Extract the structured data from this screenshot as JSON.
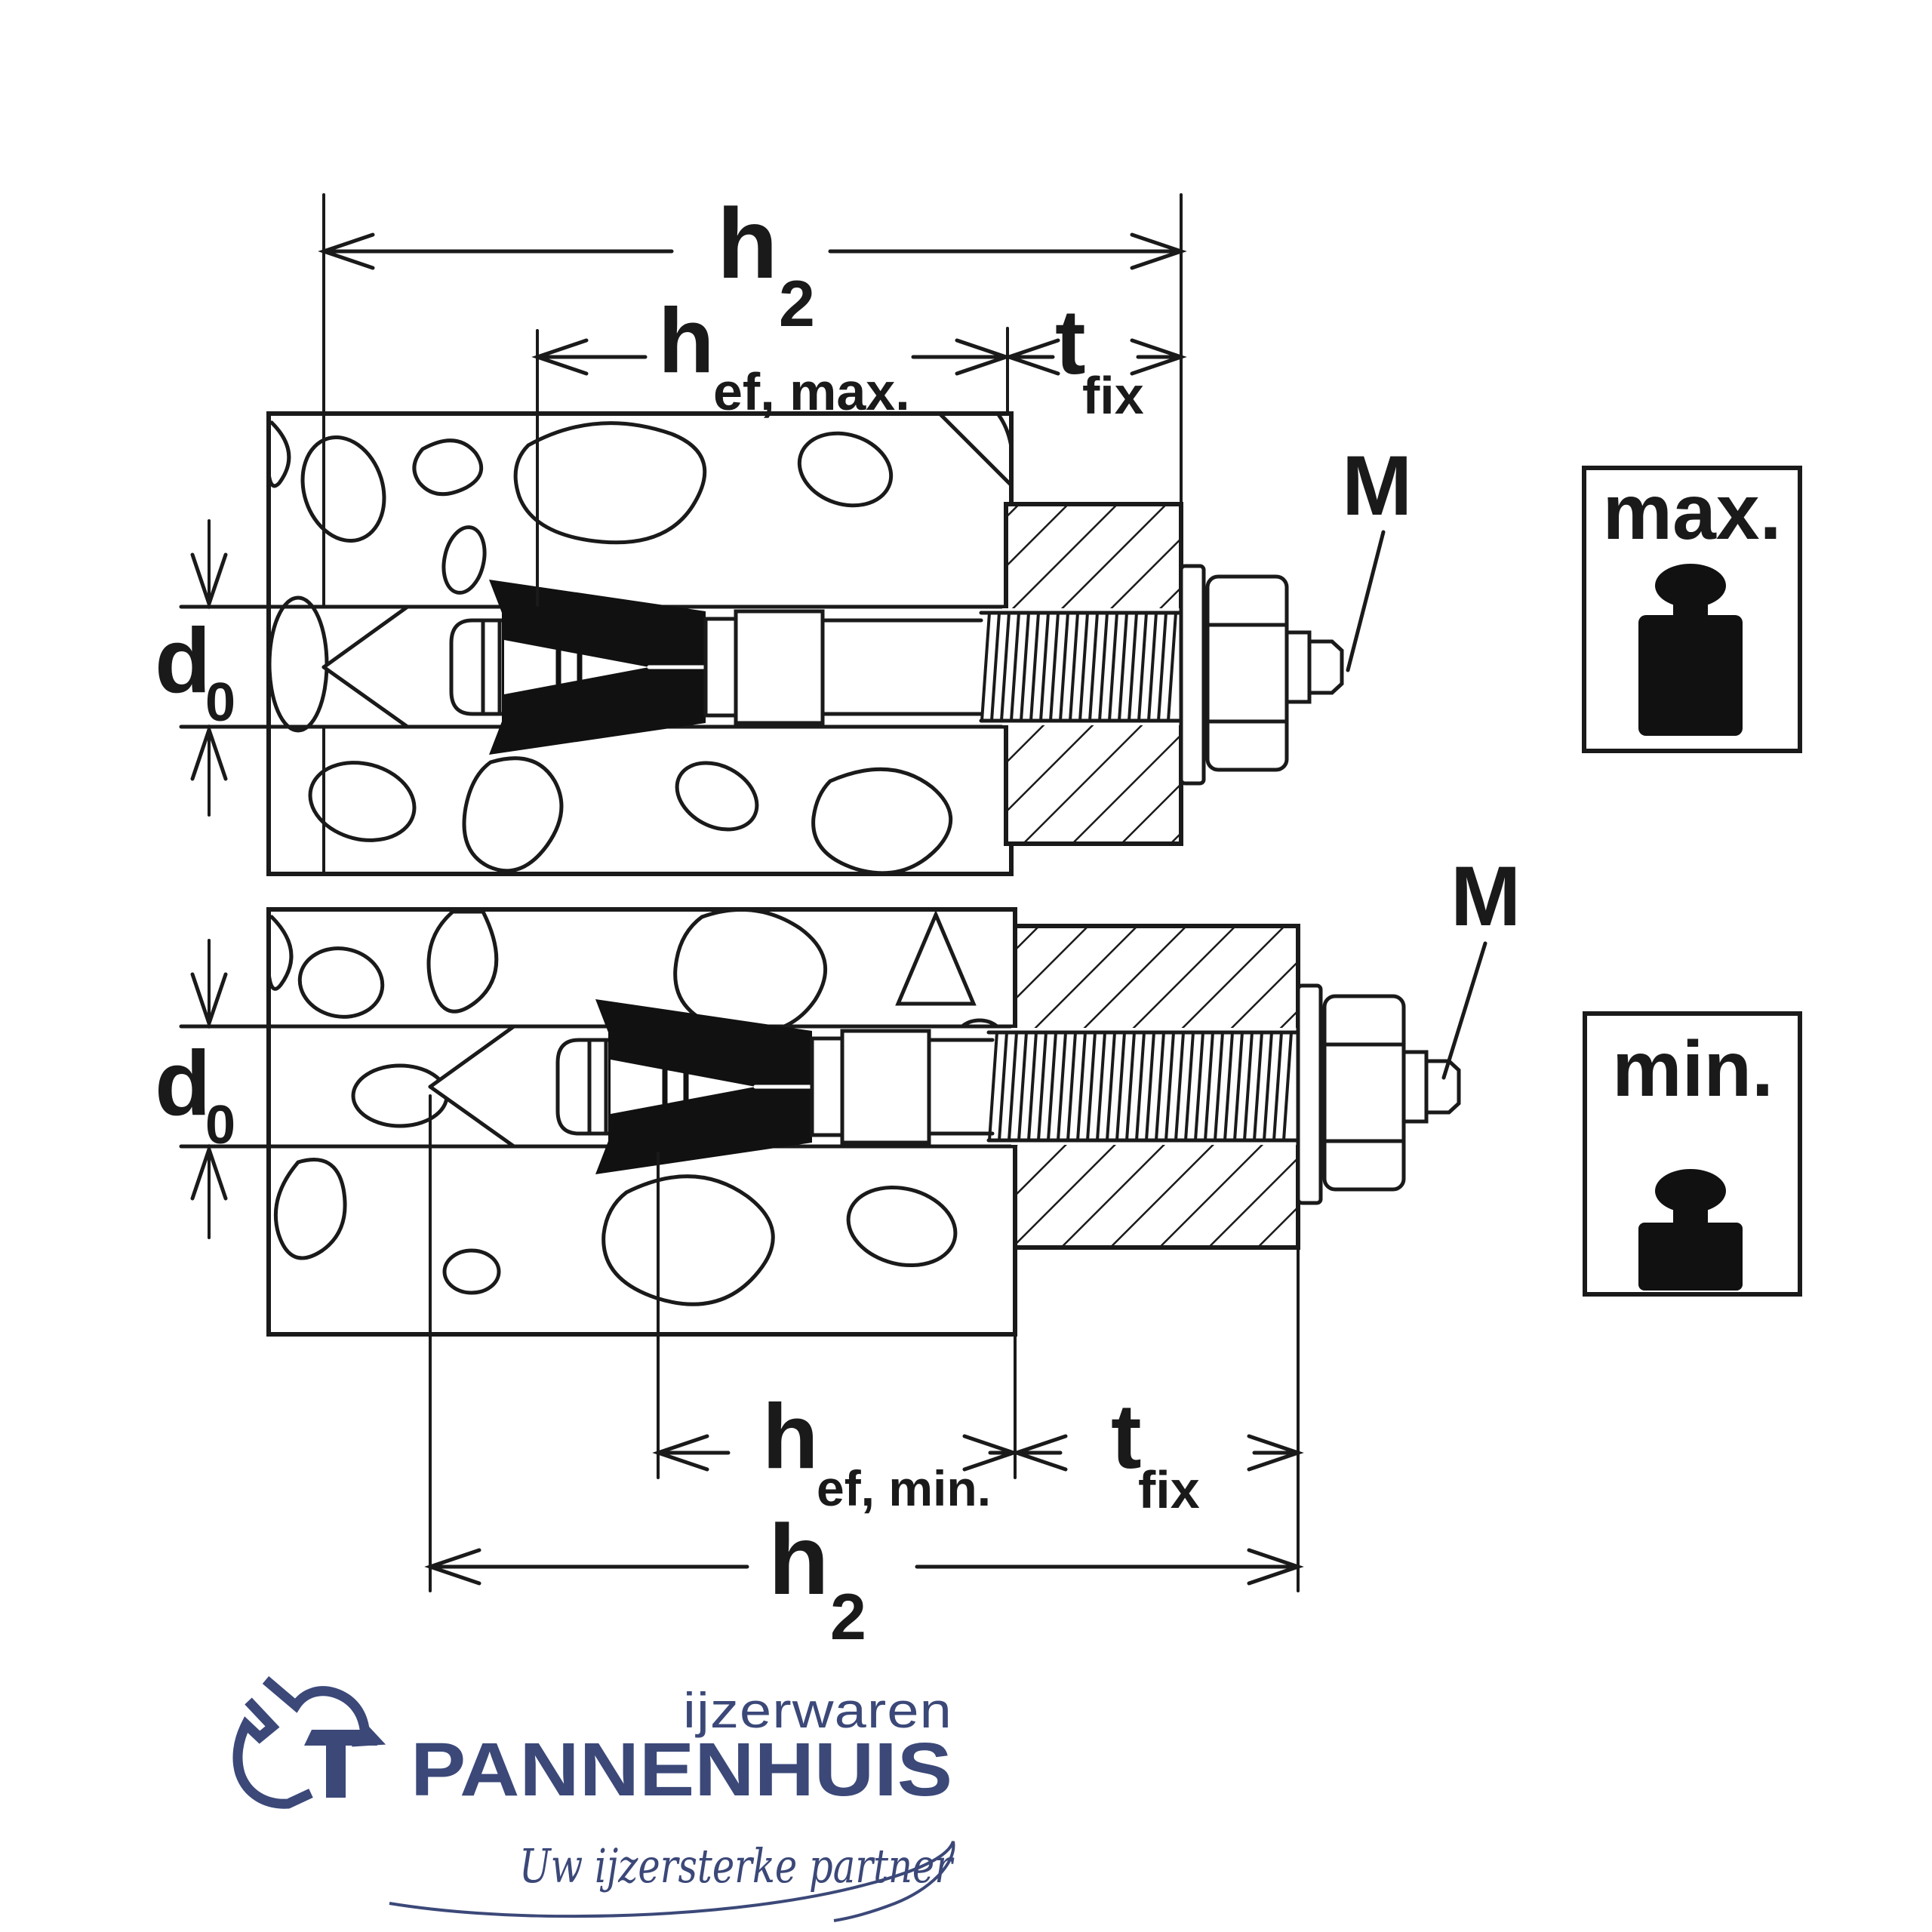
{
  "colors": {
    "background": "#ffffff",
    "diagram_line": "#1a1a1a",
    "clip_fill": "#111111",
    "logo_blue": "#3B4878"
  },
  "top_view": {
    "badge": "max.",
    "thread_label": "M",
    "dimensions": {
      "h2": {
        "base": "h",
        "sub": "2"
      },
      "hef": {
        "base": "h",
        "sub": "ef, max."
      },
      "tfix": {
        "base": "t",
        "sub": "fix"
      },
      "d0": {
        "base": "d",
        "sub": "0"
      }
    }
  },
  "bottom_view": {
    "badge": "min.",
    "thread_label": "M",
    "dimensions": {
      "h2": {
        "base": "h",
        "sub": "2"
      },
      "hef": {
        "base": "h",
        "sub": "ef, min."
      },
      "tfix": {
        "base": "t",
        "sub": "fix"
      },
      "d0": {
        "base": "d",
        "sub": "0"
      }
    }
  },
  "logo": {
    "category": "ijzerwaren",
    "name": "PANNENHUIS",
    "slogan": "Uw ijzersterke partner"
  }
}
